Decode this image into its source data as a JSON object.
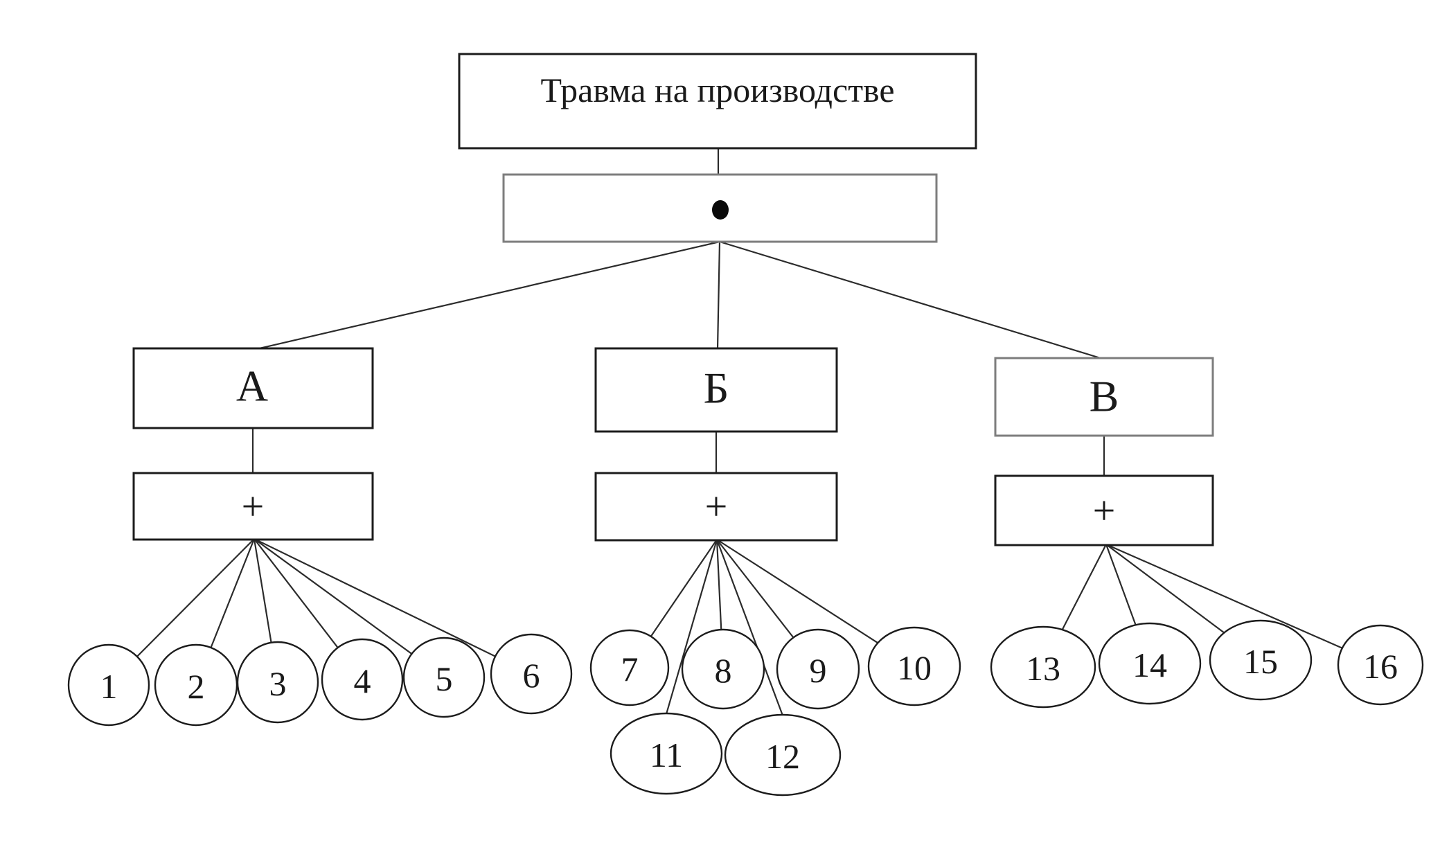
{
  "diagram": {
    "title": "Травма на производстве",
    "root_gate_symbol": "●",
    "branches": [
      {
        "label": "А",
        "gate_symbol": "+",
        "leaves": [
          "1",
          "2",
          "3",
          "4",
          "5",
          "6"
        ]
      },
      {
        "label": "Б",
        "gate_symbol": "+",
        "leaves": [
          "7",
          "8",
          "9",
          "10",
          "11",
          "12"
        ]
      },
      {
        "label": "В",
        "gate_symbol": "+",
        "leaves": [
          "13",
          "14",
          "15",
          "16"
        ]
      }
    ],
    "colors": {
      "background": "#ffffff",
      "line": "#2b2b2b",
      "border_dark": "#1c1c1c",
      "border_gray": "#7d7d7d",
      "dot_fill": "#0a0a0a",
      "text": "#1a1a1a"
    }
  }
}
